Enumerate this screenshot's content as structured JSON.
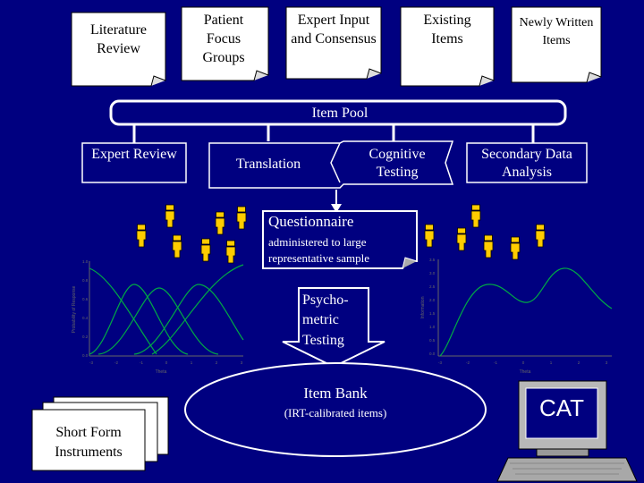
{
  "sources": {
    "literature_review": "Literature Review",
    "patient_focus_groups": "Patient Focus Groups",
    "expert_input": "Expert Input and Consensus",
    "existing_items": "Existing Items",
    "newly_written_items": "Newly Written Items"
  },
  "item_pool": "Item Pool",
  "steps": {
    "expert_review": "Expert Review",
    "translation": "Translation",
    "cognitive_testing": "Cognitive Testing",
    "secondary_data_analysis": "Secondary Data Analysis"
  },
  "questionnaire": {
    "title": "Questionnaire",
    "subtitle": "administered to large representative sample"
  },
  "psychometric_testing": "Psycho-metric Testing",
  "item_bank": {
    "title": "Item Bank",
    "subtitle": "(IRT-calibrated items)"
  },
  "short_form": "Short Form Instruments",
  "cat": "CAT",
  "colors": {
    "background": "#000080",
    "paper": "#ffffff",
    "person": "#ffcc00",
    "curve": "#00aa44",
    "cat_screen": "#000080",
    "computer": "#b0b0b0"
  }
}
